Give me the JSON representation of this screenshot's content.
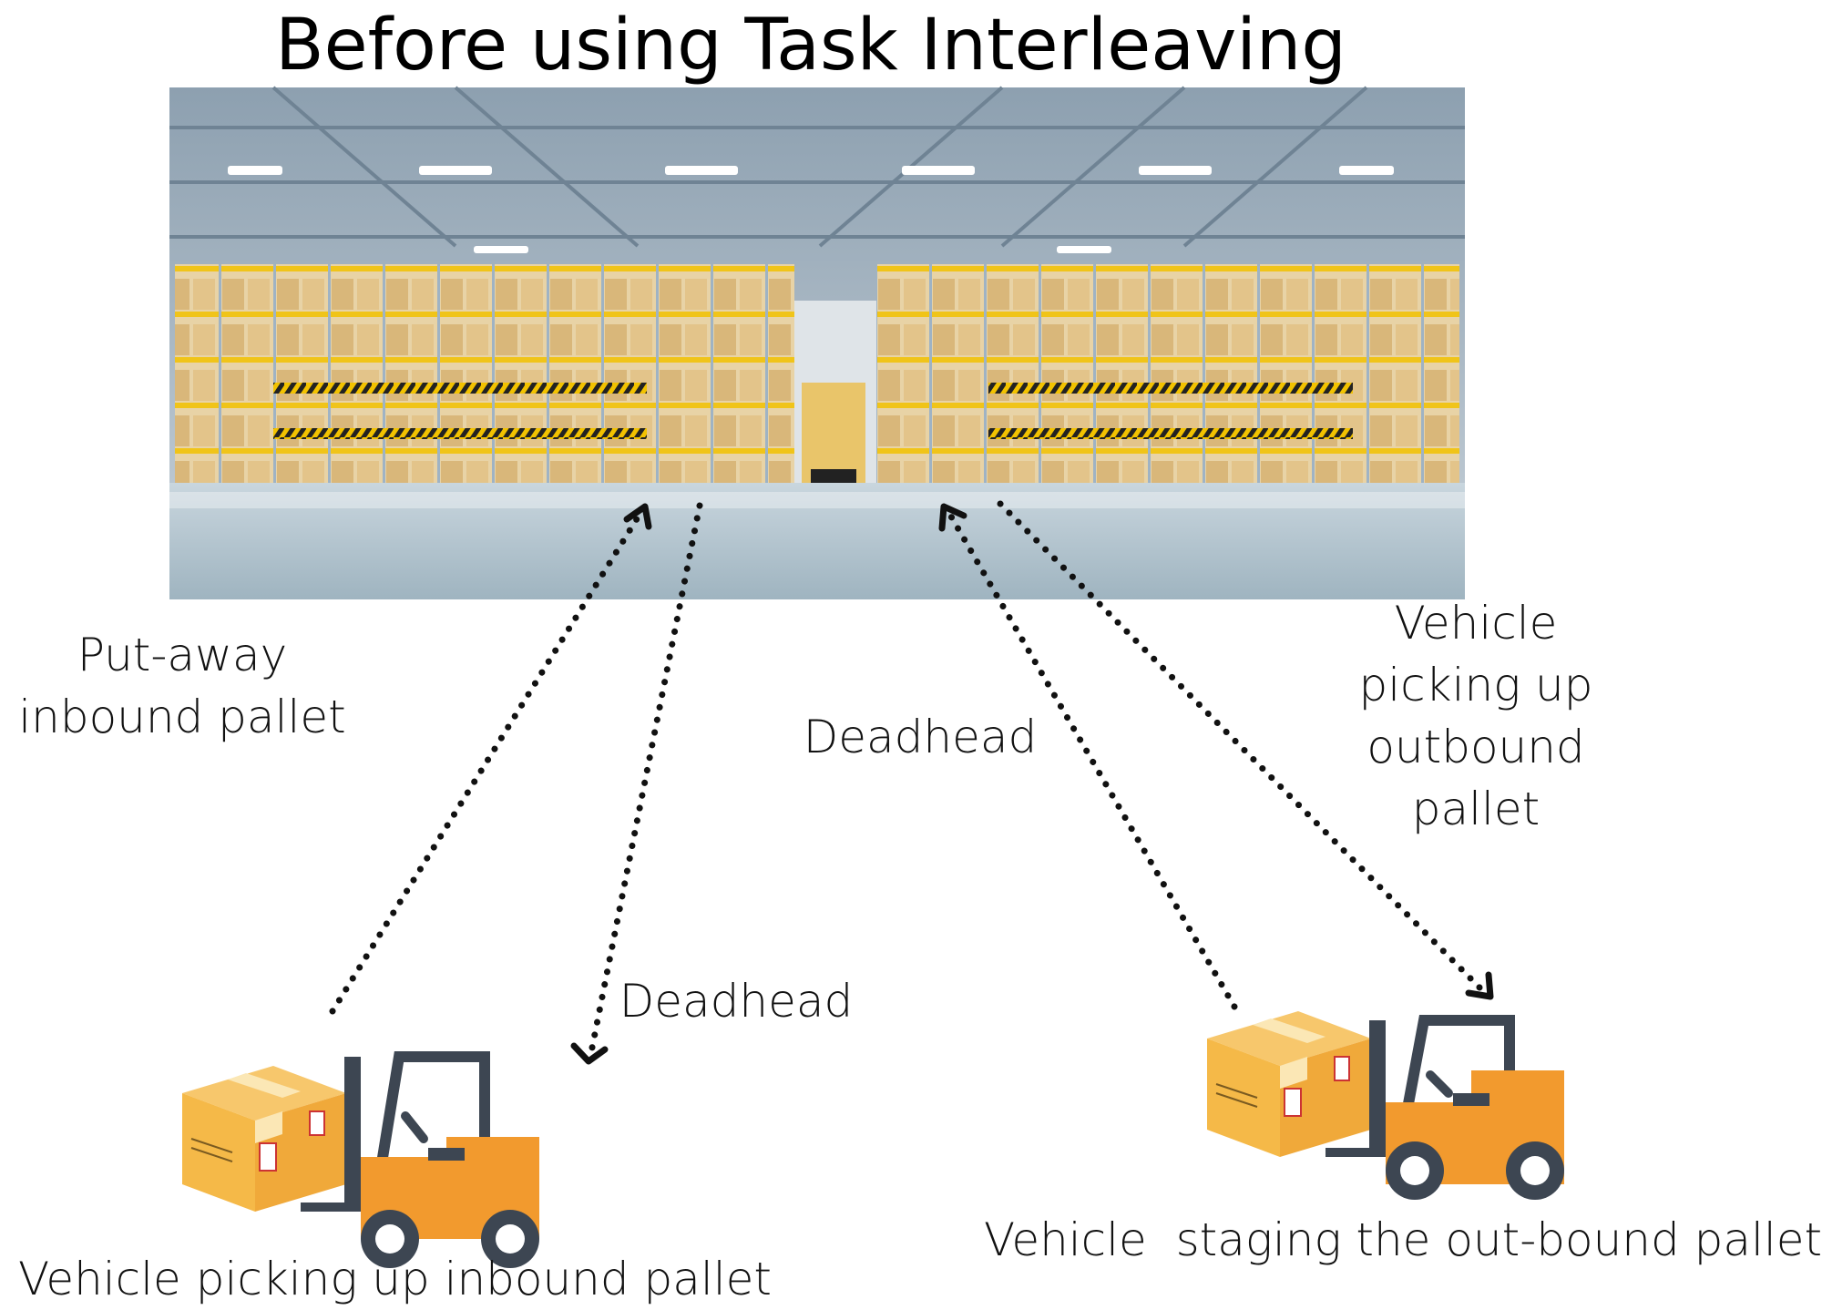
{
  "title": "Before using Task Interleaving",
  "labels": {
    "put_away": [
      "Put-away",
      "inbound pallet"
    ],
    "deadhead_top": "Deadhead",
    "deadhead_left": "Deadhead",
    "vehicle_pickup_outbound": [
      "Vehicle",
      "picking up",
      "outbound",
      "pallet"
    ],
    "caption_left": "Vehicle picking up inbound pallet",
    "caption_right": "Vehicle  staging the out-bound pallet"
  },
  "icons": [
    "warehouse-photo",
    "forklift-with-box-icon",
    "dotted-arrow"
  ],
  "colors": {
    "box": "#f5b948",
    "forklift_body": "#f29a2e",
    "forklift_frame": "#3d4652",
    "arrow": "#111111"
  }
}
